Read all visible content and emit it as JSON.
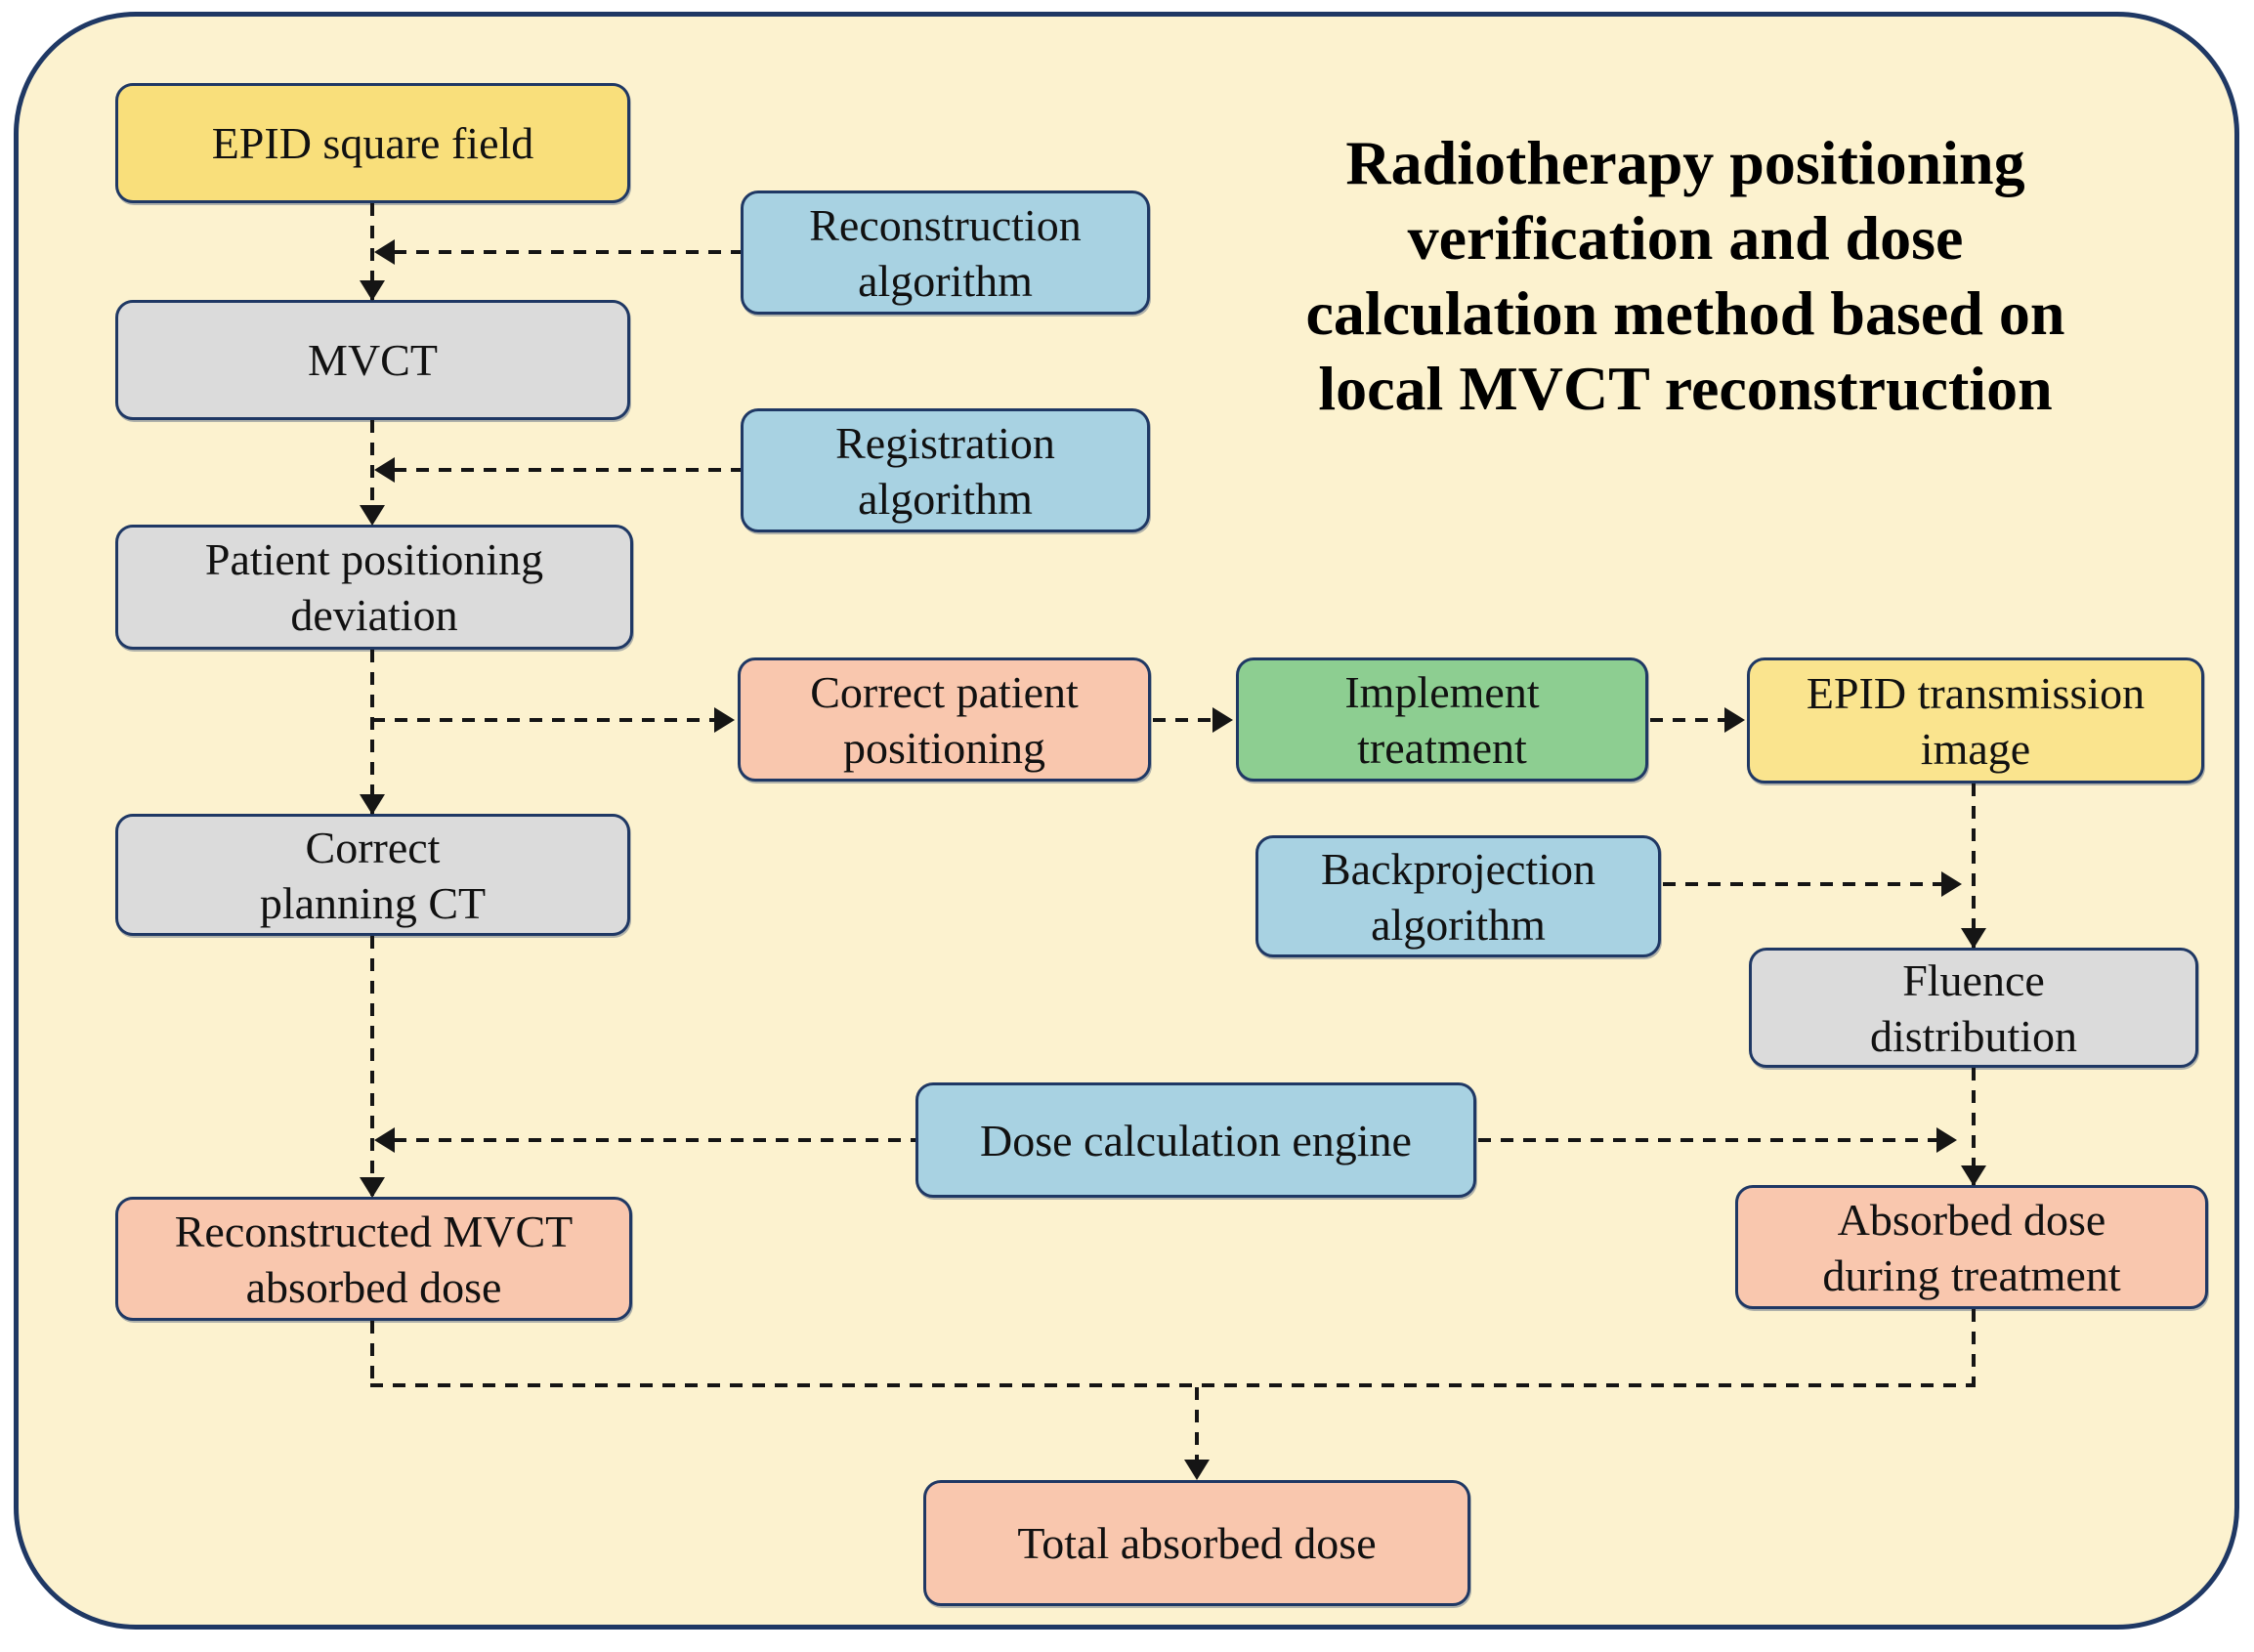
{
  "title": {
    "lines": [
      "Radiotherapy positioning",
      "verification and dose",
      "calculation method based on",
      "local MVCT reconstruction"
    ]
  },
  "colors": {
    "panel_background": "#FCF2CF",
    "outline_navy": "#1F3864",
    "connector_black": "#151515",
    "yellow_box": "#F9DF7B",
    "yellow_box_light": "#FAE48E",
    "gray_box": "#DBDBDB",
    "blue_box": "#A8D2E2",
    "green_box": "#8DCE91",
    "salmon_box": "#F9C7AE"
  },
  "boxes": {
    "epid_square_field": {
      "label": "EPID square field",
      "fill": "#F9DF7B"
    },
    "mvct": {
      "label": "MVCT",
      "fill": "#DBDBDB"
    },
    "reconstruction_algorithm": {
      "label": "Reconstruction\nalgorithm",
      "fill": "#A8D2E2"
    },
    "registration_algorithm": {
      "label": "Registration\nalgorithm",
      "fill": "#A8D2E2"
    },
    "patient_positioning_deviation": {
      "label": "Patient positioning\ndeviation",
      "fill": "#DBDBDB"
    },
    "correct_patient_positioning": {
      "label": "Correct patient\npositioning",
      "fill": "#F9C7AE"
    },
    "implement_treatment": {
      "label": "Implement\ntreatment",
      "fill": "#8DCE91"
    },
    "epid_transmission_image": {
      "label": "EPID transmission\nimage",
      "fill": "#FAE48E"
    },
    "correct_planning_ct": {
      "label": "Correct\nplanning CT",
      "fill": "#DBDBDB"
    },
    "backprojection_algorithm": {
      "label": "Backprojection\nalgorithm",
      "fill": "#A8D2E2"
    },
    "fluence_distribution": {
      "label": "Fluence\ndistribution",
      "fill": "#DBDBDB"
    },
    "dose_calculation_engine": {
      "label": "Dose calculation engine",
      "fill": "#A8D2E2"
    },
    "reconstructed_mvct_absorbed_dose": {
      "label": "Reconstructed MVCT\nabsorbed dose",
      "fill": "#F9C7AE"
    },
    "absorbed_dose_during_treatment": {
      "label": "Absorbed dose\nduring treatment",
      "fill": "#F9C7AE"
    },
    "total_absorbed_dose": {
      "label": "Total absorbed dose",
      "fill": "#F9C7AE"
    }
  }
}
